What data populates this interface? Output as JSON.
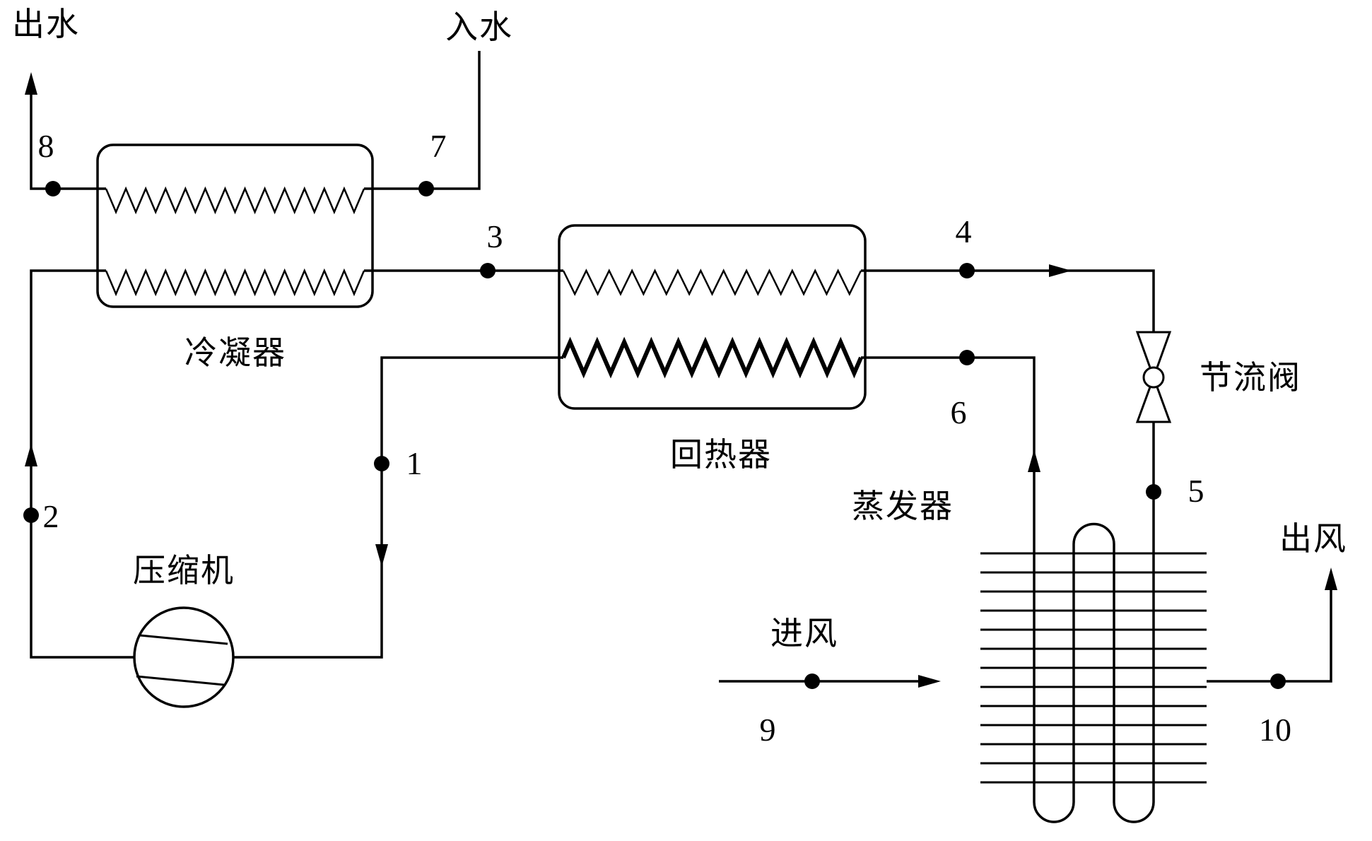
{
  "diagram": {
    "background_color": "#ffffff",
    "line_color": "#000000",
    "labels": {
      "water_out": "出水",
      "water_in": "入水",
      "condenser": "冷凝器",
      "regenerator": "回热器",
      "compressor": "压缩机",
      "throttle_valve": "节流阀",
      "evaporator": "蒸发器",
      "air_in": "进风",
      "air_out": "出风"
    },
    "state_points": {
      "p1": "1",
      "p2": "2",
      "p3": "3",
      "p4": "4",
      "p5": "5",
      "p6": "6",
      "p7": "7",
      "p8": "8",
      "p9": "9",
      "p10": "10"
    }
  }
}
